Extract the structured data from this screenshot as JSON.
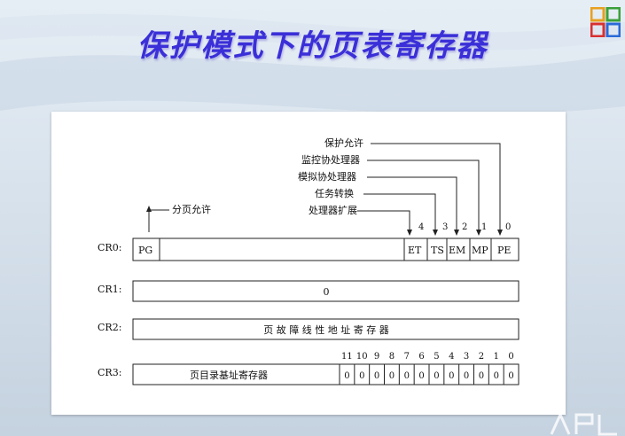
{
  "title": "保护模式下的页表寄存器",
  "colors": {
    "title": "#3a2fd8",
    "logo": [
      "#e8a020",
      "#3aa03a",
      "#d83030",
      "#2a6ad8"
    ]
  },
  "icons": {
    "logo": "windows-tiles-logo"
  },
  "diagram": {
    "annotations": {
      "pe": "保护允许",
      "mp": "监控协处理器",
      "em": "模拟协处理器",
      "ts": "任务转换",
      "et": "处理器扩展",
      "pg": "分页允许"
    },
    "cr0": {
      "label": "CR0:",
      "fields": {
        "pg": "PG",
        "et": "ET",
        "ts": "TS",
        "em": "EM",
        "mp": "MP",
        "pe": "PE"
      },
      "bits": {
        "b4": "4",
        "b3": "3",
        "b2": "2",
        "b1": "1",
        "b0": "0"
      }
    },
    "cr1": {
      "label": "CR1:",
      "value": "0"
    },
    "cr2": {
      "label": "CR2:",
      "value": "页 故 障 线 性 地 址 寄 存 器"
    },
    "cr3": {
      "label": "CR3:",
      "field": "页目录基址寄存器",
      "bit_labels": [
        "11",
        "10",
        "9",
        "8",
        "7",
        "6",
        "5",
        "4",
        "3",
        "2",
        "1",
        "0"
      ],
      "bit_values": [
        "0",
        "0",
        "0",
        "0",
        "0",
        "0",
        "0",
        "0",
        "0",
        "0",
        "0",
        "0"
      ]
    }
  }
}
